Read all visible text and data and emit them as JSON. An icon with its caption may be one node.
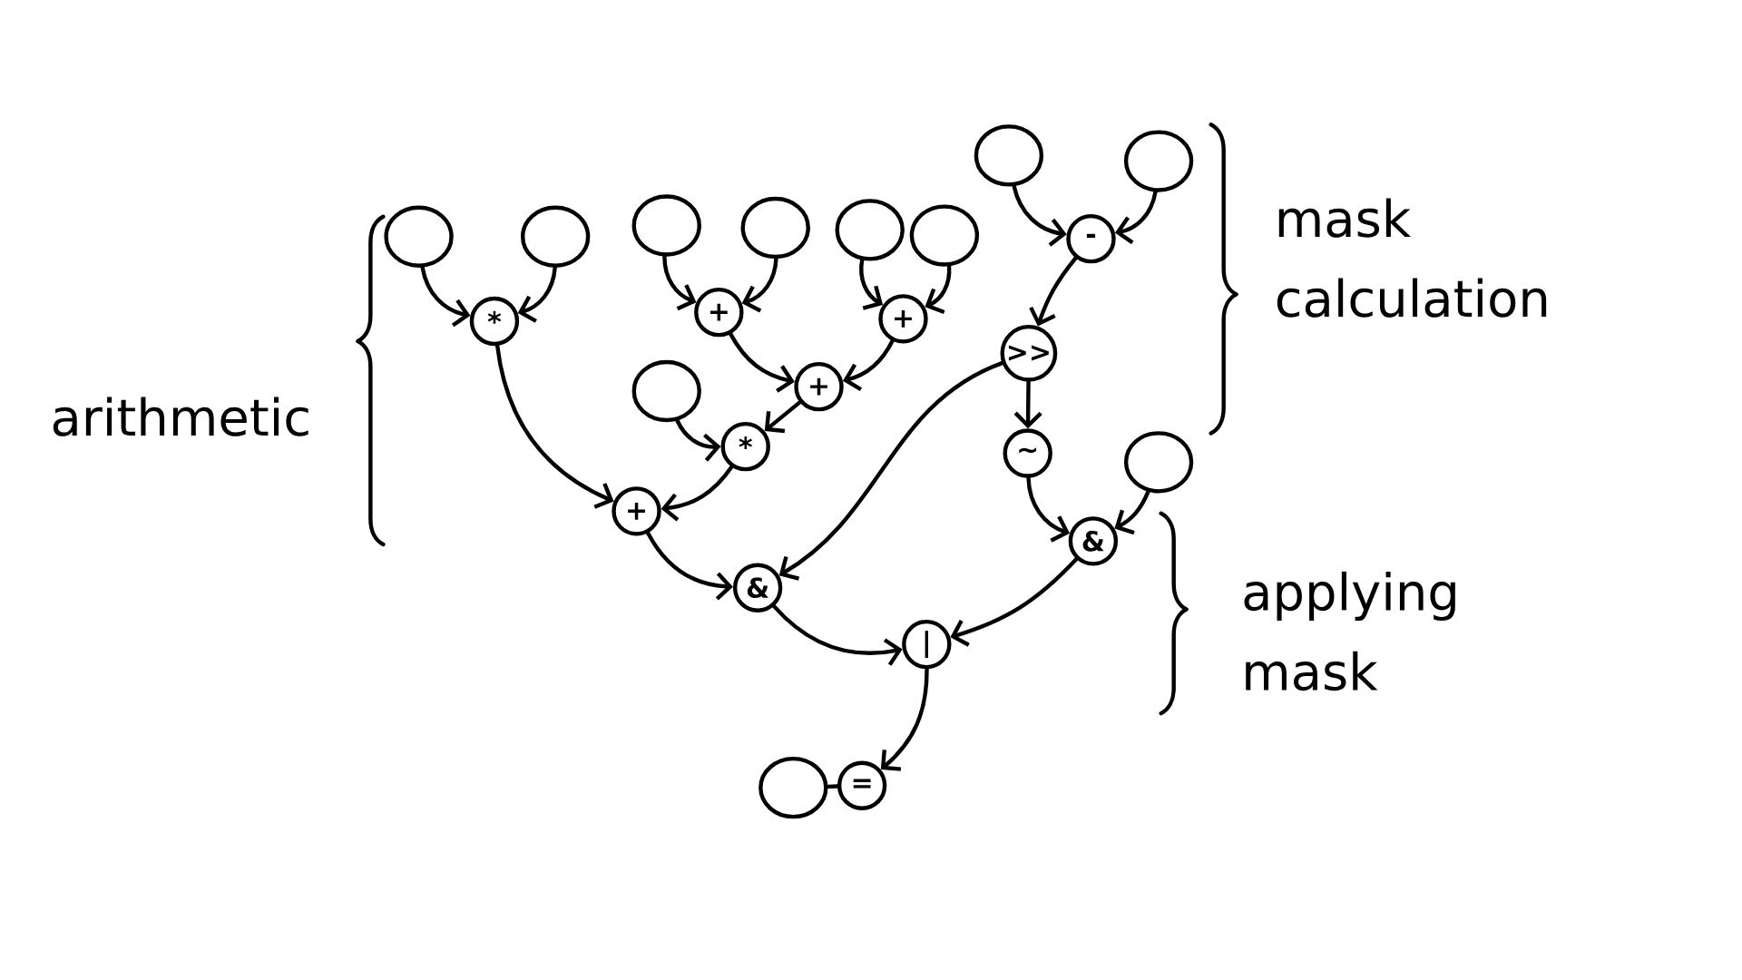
{
  "diagram": {
    "nodes": [
      {
        "text": [],
        "shape": "circle"
      },
      {
        "text": [],
        "shape": "circle"
      },
      {
        "text": [],
        "shape": "circle"
      },
      {
        "text": [],
        "shape": "circle"
      },
      {
        "text": [],
        "shape": "circle"
      },
      {
        "text": [],
        "shape": "circle"
      },
      {
        "text": [],
        "shape": "circle"
      },
      {
        "text": [],
        "shape": "circle"
      },
      {
        "text": [
          "-"
        ]
      },
      {
        "text": [
          "*"
        ]
      },
      {
        "text": [
          "+"
        ]
      },
      {
        "text": [
          "+"
        ]
      },
      {
        "text": [
          ">>"
        ]
      },
      {
        "text": [
          "+"
        ]
      },
      {
        "text": [],
        "shape": "circle"
      },
      {
        "text": [
          "*"
        ]
      },
      {
        "text": [
          "~"
        ]
      },
      {
        "text": [],
        "shape": "circle"
      },
      {
        "text": [
          "+"
        ]
      },
      {
        "text": [
          "&"
        ]
      },
      {
        "text": [
          "&"
        ]
      },
      {
        "text": [
          "|"
        ]
      },
      {
        "text": [],
        "shape": "circle"
      },
      {
        "text": [
          "="
        ]
      }
    ],
    "edges": [
      {
        "from": 2,
        "to": 9,
        "arrow": "to"
      },
      {
        "from": 3,
        "to": 9,
        "arrow": "to"
      },
      {
        "from": 4,
        "to": 10,
        "arrow": "to"
      },
      {
        "from": 5,
        "to": 10,
        "arrow": "to"
      },
      {
        "from": 6,
        "to": 11,
        "arrow": "to"
      },
      {
        "from": 7,
        "to": 11,
        "arrow": "to"
      },
      {
        "from": 0,
        "to": 8,
        "arrow": "to"
      },
      {
        "from": 1,
        "to": 8,
        "arrow": "to"
      },
      {
        "from": 8,
        "to": 12,
        "arrow": "to"
      },
      {
        "from": 10,
        "to": 13,
        "arrow": "to"
      },
      {
        "from": 11,
        "to": 13,
        "arrow": "to"
      },
      {
        "from": 13,
        "to": 15,
        "arrow": "to"
      },
      {
        "from": 14,
        "to": 15,
        "arrow": "to"
      },
      {
        "from": 9,
        "to": 18,
        "arrow": "to"
      },
      {
        "from": 15,
        "to": 18,
        "arrow": "to"
      },
      {
        "from": 12,
        "to": 16,
        "arrow": "to"
      },
      {
        "from": 12,
        "to": 20,
        "arrow": "to"
      },
      {
        "from": 16,
        "to": 19,
        "arrow": "to"
      },
      {
        "from": 17,
        "to": 19,
        "arrow": "to"
      },
      {
        "from": 18,
        "to": 20,
        "arrow": "to"
      },
      {
        "from": 20,
        "to": 21,
        "arrow": "to"
      },
      {
        "from": 19,
        "to": 21,
        "arrow": "to"
      },
      {
        "from": 21,
        "to": 23,
        "arrow": "to"
      },
      {
        "from": 22,
        "to": 23,
        "arrow": "none"
      }
    ],
    "labels": [
      "mask calculation",
      "arithmetic",
      "applying mask"
    ]
  }
}
